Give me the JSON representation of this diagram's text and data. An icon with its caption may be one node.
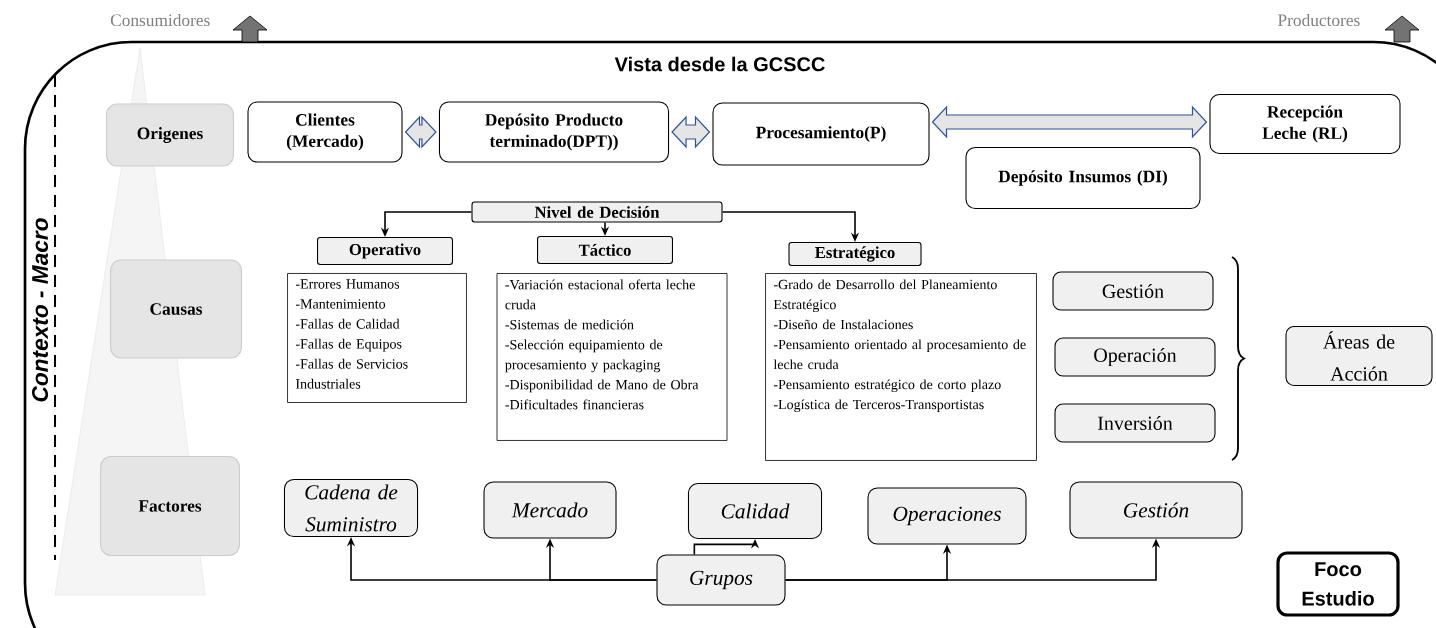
{
  "diagram": {
    "title": "Vista desde la GCSCC",
    "nodes": [
      {
        "text": [
          "Origenes"
        ]
      },
      {
        "text": [
          "Causas"
        ]
      },
      {
        "text": [
          "Factores"
        ]
      },
      {
        "text": [
          "Clientes (Mercado)"
        ]
      },
      {
        "text": [
          "Depósito Producto terminado(DPT))"
        ]
      },
      {
        "text": [
          "Procesamiento(P)"
        ]
      },
      {
        "text": [
          "Recepción Leche (RL)"
        ]
      },
      {
        "text": [
          "Depósito Insumos (DI)"
        ]
      },
      {
        "text": [
          "Nivel de Decisión"
        ]
      },
      {
        "text": [
          "Operativo"
        ]
      },
      {
        "text": [
          "Táctico"
        ]
      },
      {
        "text": [
          "Estratégico"
        ]
      },
      {
        "text": [
          "-Errores Humanos",
          "-Mantenimiento",
          "-Fallas de Calidad",
          "-Fallas de Equipos",
          "-Fallas de Servicios Industriales"
        ]
      },
      {
        "text": [
          "-Variación estacional oferta leche cruda",
          "-Sistemas de medición",
          "-Selección equipamiento de procesamiento y packaging",
          "-Disponibilidad de Mano de Obra",
          "-Dificultades financieras"
        ]
      },
      {
        "text": [
          "-Grado de Desarrollo del Planeamiento Estratégico",
          "-Diseño de Instalaciones",
          "-Pensamiento orientado al procesamiento de leche cruda",
          "-Pensamiento estratégico de corto plazo",
          "-Logística de Terceros-Transportistas"
        ]
      },
      {
        "text": [
          "Gestión"
        ]
      },
      {
        "text": [
          "Operación"
        ]
      },
      {
        "text": [
          "Inversión"
        ]
      },
      {
        "text": [
          "Áreas de Acción"
        ]
      },
      {
        "text": [
          "Cadena de Suministro"
        ]
      },
      {
        "text": [
          "Mercado"
        ]
      },
      {
        "text": [
          "Calidad"
        ]
      },
      {
        "text": [
          "Operaciones"
        ]
      },
      {
        "text": [
          "Gestión"
        ]
      },
      {
        "text": [
          "Grupos"
        ]
      },
      {
        "text": [
          "Foco Estudio"
        ]
      }
    ],
    "edges": [
      {
        "from": 3,
        "to": 4,
        "arrow": "both",
        "style": "thick",
        "color": "#2f5597"
      },
      {
        "from": 4,
        "to": 5,
        "arrow": "both",
        "style": "thick",
        "color": "#2f5597"
      },
      {
        "from": 5,
        "to": 6,
        "arrow": "both",
        "style": "thick",
        "color": "#2f5597"
      },
      {
        "from": 8,
        "to": 9,
        "arrow": "to"
      },
      {
        "from": 8,
        "to": 10,
        "arrow": "to"
      },
      {
        "from": 8,
        "to": 11,
        "arrow": "to"
      },
      {
        "from": 24,
        "to": 19,
        "arrow": "to"
      },
      {
        "from": 24,
        "to": 20,
        "arrow": "to"
      },
      {
        "from": 24,
        "to": 21,
        "arrow": "to"
      },
      {
        "from": 24,
        "to": 22,
        "arrow": "to"
      },
      {
        "from": 24,
        "to": 23,
        "arrow": "to"
      }
    ],
    "labels": [
      "Consumidores",
      "Productores",
      "Contexto - Macro"
    ]
  }
}
